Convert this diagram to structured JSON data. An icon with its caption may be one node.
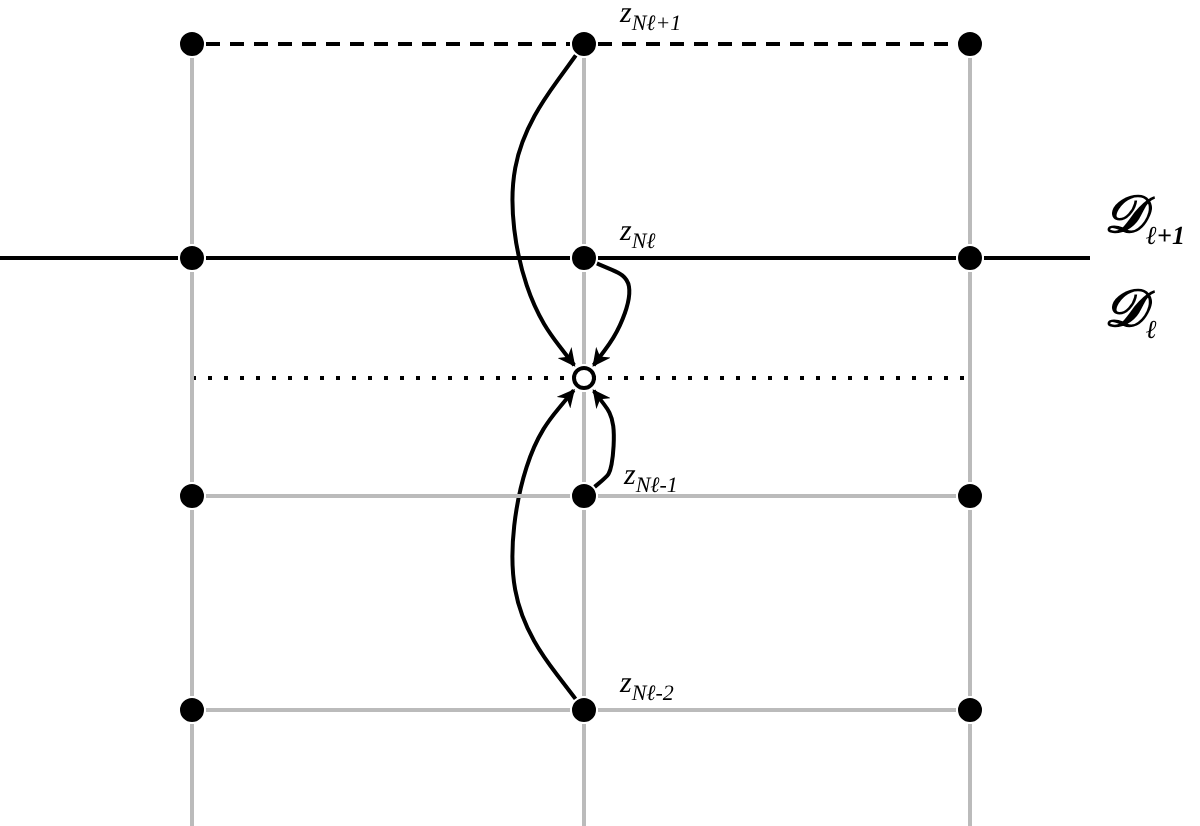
{
  "diagram": {
    "nodes": [
      {
        "text": [],
        "shape": "circle"
      },
      {
        "text": [],
        "shape": "circle",
        "beside": [
          "z$_{Nℓ+1}$"
        ]
      },
      {
        "text": [],
        "shape": "circle"
      },
      {
        "text": [],
        "shape": "circle"
      },
      {
        "text": [],
        "shape": "circle",
        "beside": [
          "z$_{Nℓ}$"
        ]
      },
      {
        "text": [],
        "shape": "circle"
      },
      {
        "text": [],
        "shape": "circle"
      },
      {
        "text": [],
        "shape": "circle"
      },
      {
        "text": [],
        "shape": "circle",
        "beside": [
          "z$_{Nℓ-1}$"
        ]
      },
      {
        "text": [],
        "shape": "circle"
      },
      {
        "text": [],
        "shape": "circle"
      },
      {
        "text": [],
        "shape": "circle",
        "beside": [
          "z$_{Nℓ-2}$"
        ]
      },
      {
        "text": [],
        "shape": "circle"
      }
    ],
    "edges": [
      {
        "from": 1,
        "to": 6,
        "arrow": "to",
        "color": "#000000"
      },
      {
        "from": 4,
        "to": 6,
        "arrow": "to",
        "color": "#000000"
      },
      {
        "from": 8,
        "to": 6,
        "arrow": "to",
        "color": "#000000"
      },
      {
        "from": 11,
        "to": 6,
        "arrow": "to",
        "color": "#000000"
      },
      {
        "from": 0,
        "to": 1,
        "arrow": "none",
        "style": "dashed",
        "color": "#000000"
      },
      {
        "from": 1,
        "to": 2,
        "arrow": "none",
        "style": "dashed",
        "color": "#000000"
      },
      {
        "from": null,
        "to": 3,
        "arrow": "none",
        "color": "#000000"
      },
      {
        "from": 3,
        "to": 4,
        "arrow": "none",
        "color": "#000000"
      },
      {
        "from": 4,
        "to": 5,
        "arrow": "none",
        "color": "#000000"
      },
      {
        "from": 5,
        "to": null,
        "arrow": "none",
        "color": "#000000"
      },
      {
        "from": 7,
        "to": 8,
        "arrow": "none"
      },
      {
        "from": 8,
        "to": 9,
        "arrow": "none"
      },
      {
        "from": 10,
        "to": 11,
        "arrow": "none"
      },
      {
        "from": 11,
        "to": 12,
        "arrow": "none"
      },
      {
        "from": 0,
        "to": 3,
        "arrow": "none"
      },
      {
        "from": 3,
        "to": 7,
        "arrow": "none"
      },
      {
        "from": 7,
        "to": 10,
        "arrow": "none"
      },
      {
        "from": 10,
        "to": null,
        "arrow": "none"
      },
      {
        "from": 1,
        "to": 4,
        "arrow": "none"
      },
      {
        "from": 4,
        "to": 6,
        "arrow": "none"
      },
      {
        "from": 6,
        "to": 8,
        "arrow": "none"
      },
      {
        "from": 8,
        "to": 11,
        "arrow": "none"
      },
      {
        "from": 11,
        "to": null,
        "arrow": "none"
      },
      {
        "from": 2,
        "to": 5,
        "arrow": "none"
      },
      {
        "from": 5,
        "to": 9,
        "arrow": "none"
      },
      {
        "from": 9,
        "to": 12,
        "arrow": "none"
      },
      {
        "from": 12,
        "to": null,
        "arrow": "none"
      }
    ],
    "labels": [
      "𝒟$_{ℓ+1}$",
      "𝒟$_{ℓ}$"
    ]
  }
}
